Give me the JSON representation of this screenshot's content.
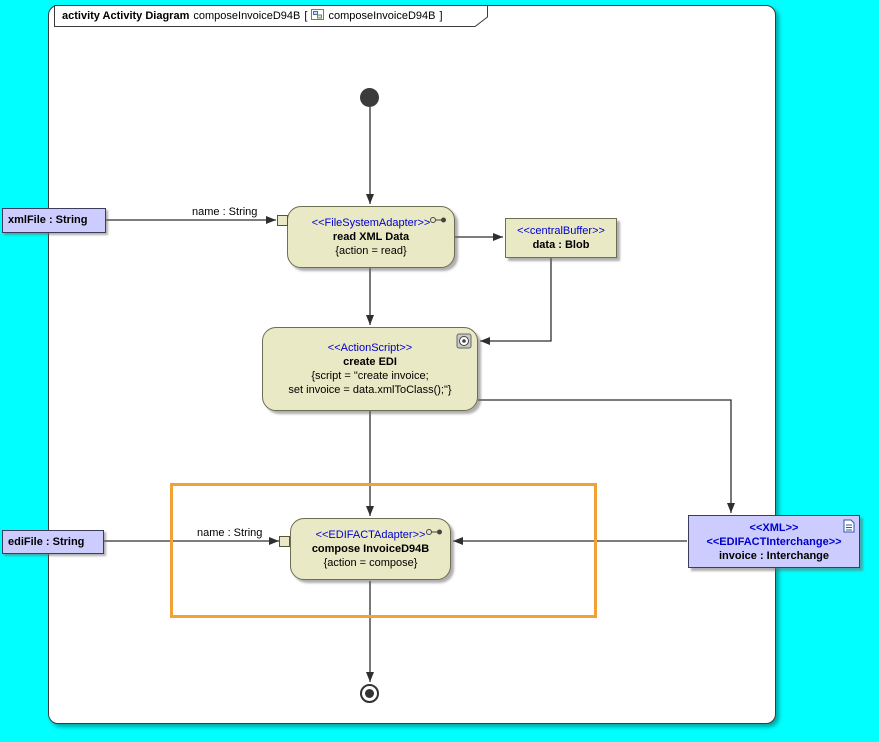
{
  "colors": {
    "background": "#00ffff",
    "frame_background": "#ffffff",
    "action_fill": "#e9e9c6",
    "object_fill": "#ccccff",
    "stereotype_text": "#0000cc",
    "edge": "#2f2f2f",
    "highlight_border": "#f2a136"
  },
  "frame": {
    "keyword": "activity Activity Diagram",
    "name": "composeInvoiceD94B",
    "open_bracket": "[",
    "ref_name": "composeInvoiceD94B",
    "close_bracket": "]"
  },
  "nodes": {
    "read_xml": {
      "stereotype": "<<FileSystemAdapter>>",
      "name": "read XML Data",
      "constraint": "{action = read}",
      "pin_label": "name : String"
    },
    "data_blob": {
      "stereotype": "<<centralBuffer>>",
      "name": "data : Blob"
    },
    "create_edi": {
      "stereotype": "<<ActionScript>>",
      "name": "create EDI",
      "script_line1": "{script = \"create invoice;",
      "script_line2": "set invoice = data.xmlToClass();\"}"
    },
    "compose": {
      "stereotype": "<<EDIFACTAdapter>>",
      "name": "compose InvoiceD94B",
      "constraint": "{action = compose}",
      "pin_label": "name : String"
    },
    "invoice": {
      "stereotype_xml": "<<XML>>",
      "stereotype_interchange": "<<EDIFACTInterchange>>",
      "name": "invoice : Interchange"
    },
    "xml_file": {
      "label": "xmlFile : String"
    },
    "edi_file": {
      "label": "ediFile : String"
    }
  }
}
